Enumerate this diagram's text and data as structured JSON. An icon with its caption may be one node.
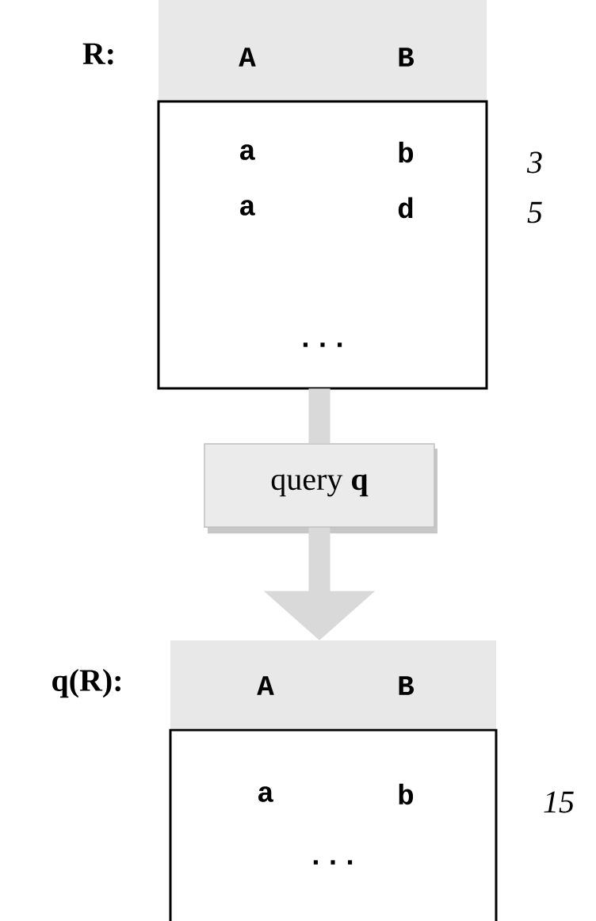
{
  "diagram": {
    "nodes": [
      {
        "text": [
          "R:",
          "A",
          "B",
          "a",
          "b",
          "a",
          "d",
          "..."
        ],
        "beside": [
          "3",
          "5"
        ]
      },
      {
        "text": [
          "query **q**"
        ]
      },
      {
        "text": [
          "q(R):",
          "A",
          "B",
          "a",
          "b",
          "..."
        ],
        "beside": [
          "15"
        ]
      }
    ],
    "edges": [
      {
        "from": 0,
        "to": 1,
        "arrow": "none"
      },
      {
        "from": 1,
        "to": 2,
        "arrow": "to"
      }
    ]
  }
}
